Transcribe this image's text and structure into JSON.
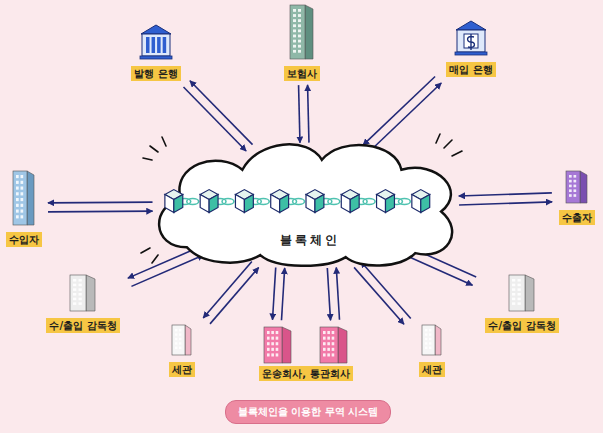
{
  "diagram": {
    "caption": "블록체인을 이용한 무역 시스템",
    "nodes": [
      {
        "text": [
          "블록체인"
        ]
      },
      {
        "text": [
          "발행 은행"
        ]
      },
      {
        "text": [
          "보험사"
        ]
      },
      {
        "text": [
          "매입 은행"
        ]
      },
      {
        "text": [
          "수입자"
        ]
      },
      {
        "text": [
          "수출자"
        ]
      },
      {
        "text": [
          "수/출입 감독청"
        ]
      },
      {
        "text": [
          "세관"
        ]
      },
      {
        "text": [
          "운송회사, 통관회사"
        ]
      },
      {
        "text": [
          "세관"
        ]
      },
      {
        "text": [
          "수/출입 감독청"
        ]
      }
    ],
    "edges": [
      {
        "from": 1,
        "to": 0,
        "arrow": "both"
      },
      {
        "from": 2,
        "to": 0,
        "arrow": "both"
      },
      {
        "from": 3,
        "to": 0,
        "arrow": "both"
      },
      {
        "from": 4,
        "to": 0,
        "arrow": "both"
      },
      {
        "from": 5,
        "to": 0,
        "arrow": "both"
      },
      {
        "from": 6,
        "to": 0,
        "arrow": "both"
      },
      {
        "from": 7,
        "to": 0,
        "arrow": "both"
      },
      {
        "from": 8,
        "to": 0,
        "arrow": "both"
      },
      {
        "from": 8,
        "to": 0,
        "arrow": "both"
      },
      {
        "from": 9,
        "to": 0,
        "arrow": "both"
      },
      {
        "from": 10,
        "to": 0,
        "arrow": "both"
      }
    ]
  }
}
